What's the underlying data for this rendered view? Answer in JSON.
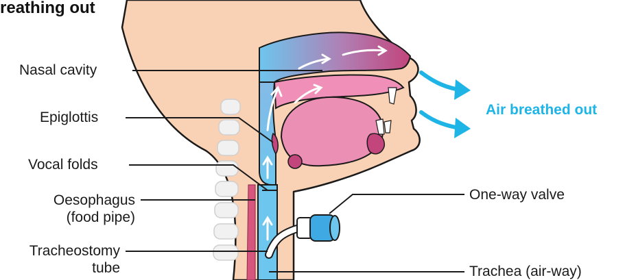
{
  "title": "reathing out",
  "labels": {
    "nasal_cavity": "Nasal cavity",
    "epiglottis": "Epiglottis",
    "vocal_folds": "Vocal folds",
    "oesophagus_line1": "Oesophagus",
    "oesophagus_line2": "(food pipe)",
    "tracheostomy_line1": "Tracheostomy",
    "tracheostomy_line2": "tube",
    "one_way_valve": "One-way valve",
    "trachea": "Trachea (air-way)",
    "air_breathed_out": "Air breathed out"
  },
  "colors": {
    "skin": "#f9d1b4",
    "skin_outline": "#1a1a1a",
    "airway_blue": "#6cc6ee",
    "mouth_pink": "#f090b8",
    "nasal_magenta": "#c2457c",
    "bone": "#f1f1f1",
    "air_arrow": "#1fb4e6",
    "tube": "#ffffff",
    "valve": "#3fa9e4"
  }
}
